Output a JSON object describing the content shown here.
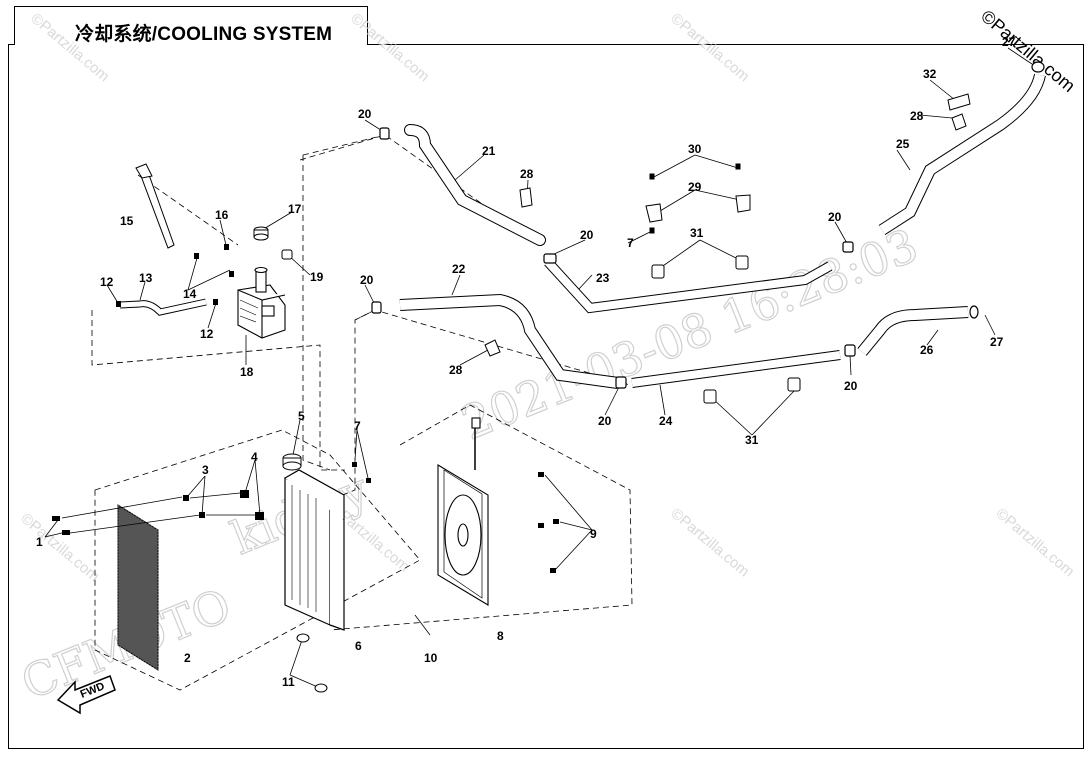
{
  "title": "冷却系统/COOLING SYSTEM",
  "copyright": "©Partzilla.com",
  "fwd_label": "FWD",
  "watermarks": {
    "site": "©Partzilla.com",
    "brand": "CFMOTO",
    "user": "kid by",
    "timestamp": "2021-03-08 16:28:03"
  },
  "callouts": {
    "c1": "1",
    "c2": "2",
    "c3": "3",
    "c4": "4",
    "c5": "5",
    "c6": "6",
    "c7a": "7",
    "c7b": "7",
    "c8": "8",
    "c9": "9",
    "c10": "10",
    "c11": "11",
    "c12a": "12",
    "c12b": "12",
    "c13": "13",
    "c14": "14",
    "c15": "15",
    "c16": "16",
    "c17": "17",
    "c18": "18",
    "c19": "19",
    "c20a": "20",
    "c20b": "20",
    "c20c": "20",
    "c20d": "20",
    "c20e": "20",
    "c20f": "20",
    "c21": "21",
    "c22": "22",
    "c23": "23",
    "c24": "24",
    "c25": "25",
    "c26": "26",
    "c27a": "27",
    "c27b": "27",
    "c28a": "28",
    "c28b": "28",
    "c28c": "28",
    "c29": "29",
    "c30": "30",
    "c31a": "31",
    "c31b": "31",
    "c32": "32"
  }
}
